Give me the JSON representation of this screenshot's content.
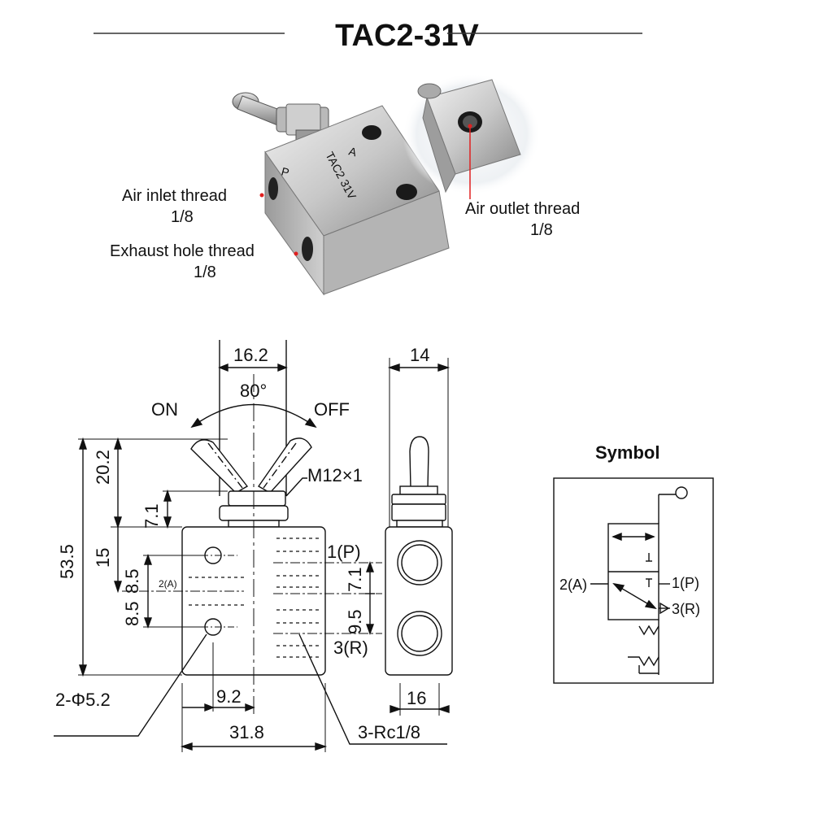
{
  "title": "TAC2-31V",
  "photo_labels": {
    "air_inlet": "Air inlet thread",
    "air_inlet_size": "1/8",
    "exhaust": "Exhaust hole thread",
    "exhaust_size": "1/8",
    "air_outlet": "Air outlet thread",
    "air_outlet_size": "1/8",
    "body_marking_model": "TAC2 31V",
    "body_marking_p": "P",
    "body_marking_a": "A"
  },
  "drawing": {
    "dim_16_2": "16.2",
    "angle": "80°",
    "on": "ON",
    "off": "OFF",
    "thread": "M12×1",
    "dim_20_2": "20.2",
    "dim_7_1_top": "7.1",
    "dim_53_5": "53.5",
    "dim_15": "15",
    "dim_8_5_a": "8.5",
    "dim_8_5_b": "8.5",
    "port_2a": "2(A)",
    "port_1p": "1(P)",
    "port_3r": "3(R)",
    "dim_7_1_right": "7.1",
    "dim_9_5": "9.5",
    "holes": "2-Φ5.2",
    "dim_9_2": "9.2",
    "dim_31_8": "31.8",
    "ports": "3-Rc1/8",
    "side_dim_14": "14",
    "side_dim_16": "16"
  },
  "symbol": {
    "title": "Symbol",
    "port_a": "2(A)",
    "port_p": "1(P)",
    "port_r": "3(R)"
  },
  "colors": {
    "metal_light": "#d9d9d9",
    "metal_mid": "#a8a8a8",
    "metal_dark": "#6e6e6e",
    "callout_dot": "#e02020"
  }
}
